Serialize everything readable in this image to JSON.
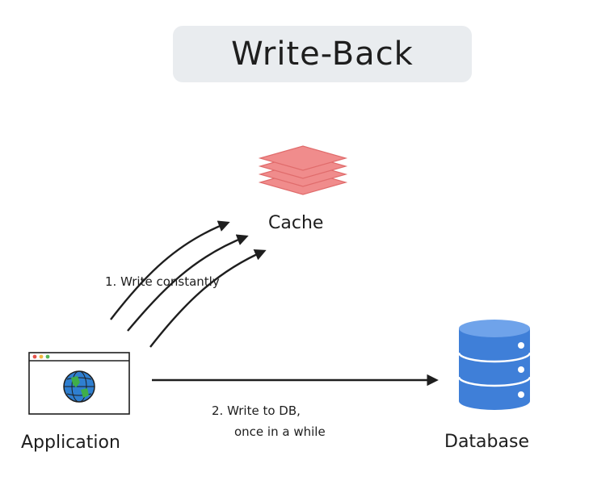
{
  "title": "Write-Back",
  "nodes": {
    "cache": {
      "label": "Cache",
      "color": "#f08c8c"
    },
    "application": {
      "label": "Application"
    },
    "database": {
      "label": "Database",
      "color": "#3f7fd8"
    }
  },
  "edges": {
    "write_constantly": {
      "label": "1. Write constantly"
    },
    "write_to_db": {
      "line1": "2. Write to DB,",
      "line2": "once in a while"
    }
  },
  "icons": [
    "layers-icon",
    "browser-window-icon",
    "globe-icon",
    "database-icon",
    "arrow-icon"
  ]
}
